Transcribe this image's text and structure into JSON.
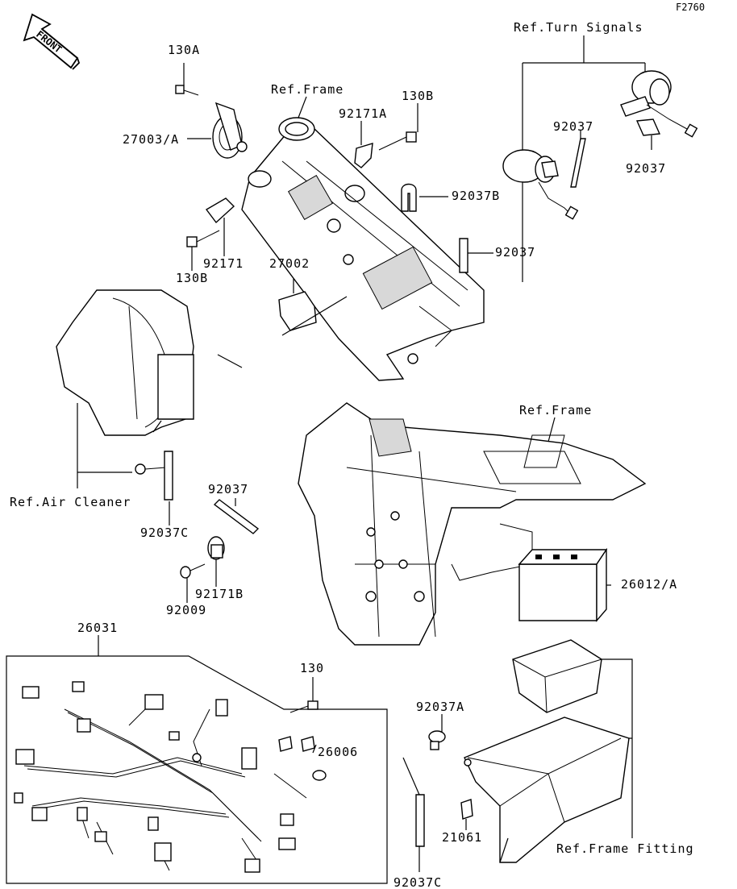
{
  "figure_code": "F2760",
  "front_badge": "FRONT",
  "callouts": [
    {
      "id": "ref-turn-signals",
      "text": "Ref.Turn Signals"
    },
    {
      "id": "ref-frame-top",
      "text": "Ref.Frame"
    },
    {
      "id": "ref-frame-mid",
      "text": "Ref.Frame"
    },
    {
      "id": "ref-air-cleaner",
      "text": "Ref.Air Cleaner"
    },
    {
      "id": "ref-frame-fitting",
      "text": "Ref.Frame Fitting"
    },
    {
      "id": "p130A",
      "text": "130A"
    },
    {
      "id": "p27003A",
      "text": "27003/A"
    },
    {
      "id": "p92171A",
      "text": "92171A"
    },
    {
      "id": "p130B-top",
      "text": "130B"
    },
    {
      "id": "p92037-ts-left",
      "text": "92037"
    },
    {
      "id": "p92037-ts-right",
      "text": "92037"
    },
    {
      "id": "p92037B",
      "text": "92037B"
    },
    {
      "id": "p92037-right",
      "text": "92037"
    },
    {
      "id": "p92171",
      "text": "92171"
    },
    {
      "id": "p130B-left",
      "text": "130B"
    },
    {
      "id": "p27002",
      "text": "27002"
    },
    {
      "id": "p92037-mid",
      "text": "92037"
    },
    {
      "id": "p92037C-top",
      "text": "92037C"
    },
    {
      "id": "p92171B",
      "text": "92171B"
    },
    {
      "id": "p92009",
      "text": "92009"
    },
    {
      "id": "p26012A",
      "text": "26012/A"
    },
    {
      "id": "p26031",
      "text": "26031"
    },
    {
      "id": "p130",
      "text": "130"
    },
    {
      "id": "p26006",
      "text": "26006"
    },
    {
      "id": "p92037A",
      "text": "92037A"
    },
    {
      "id": "p21061",
      "text": "21061"
    },
    {
      "id": "p92037C-bottom",
      "text": "92037C"
    }
  ]
}
